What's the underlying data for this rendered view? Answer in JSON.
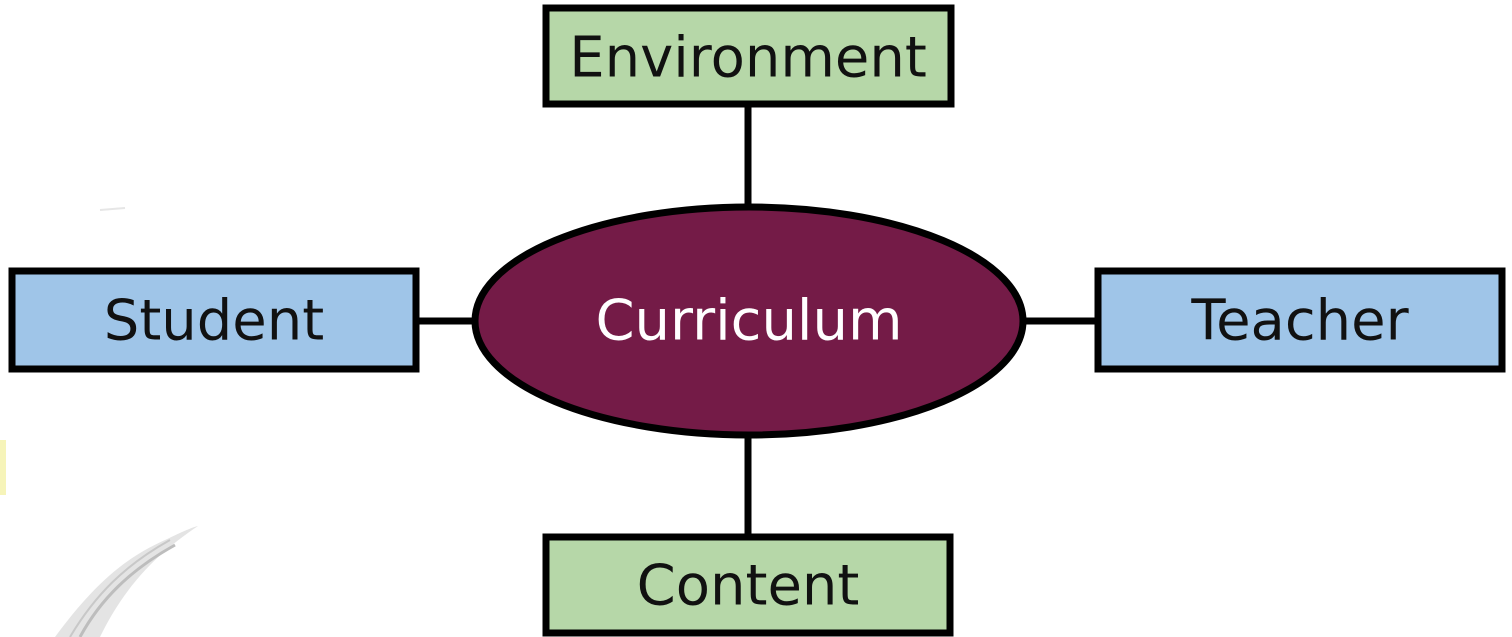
{
  "diagram": {
    "center": {
      "label": "Curriculum",
      "fill": "#741b47",
      "text_color": "#ffffff"
    },
    "nodes": {
      "environment": {
        "label": "Environment",
        "fill": "#b6d7a8"
      },
      "student": {
        "label": "Student",
        "fill": "#9fc5e8"
      },
      "teacher": {
        "label": "Teacher",
        "fill": "#9fc5e8"
      },
      "content": {
        "label": "Content",
        "fill": "#b6d7a8"
      }
    },
    "edges": [
      {
        "from": "curriculum",
        "to": "environment"
      },
      {
        "from": "curriculum",
        "to": "student"
      },
      {
        "from": "curriculum",
        "to": "teacher"
      },
      {
        "from": "curriculum",
        "to": "content"
      }
    ],
    "stroke_color": "#000000",
    "text_color": "#111111"
  }
}
